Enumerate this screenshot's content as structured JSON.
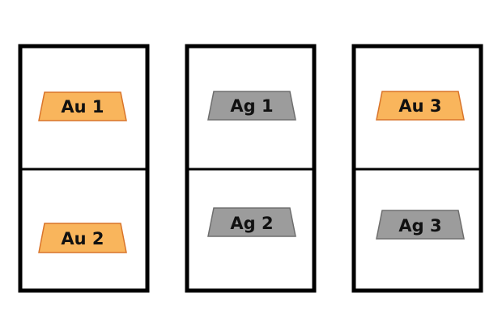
{
  "colors": {
    "gold_fill": "#f9b55c",
    "gold_stroke": "#d9742a",
    "silver_fill": "#9c9c9c",
    "silver_stroke": "#6e6e6e",
    "frame": "#000000"
  },
  "boxes": [
    {
      "compartments": [
        {
          "label": "Au 1",
          "metal": "gold"
        },
        {
          "label": "Au 2",
          "metal": "gold"
        }
      ]
    },
    {
      "compartments": [
        {
          "label": "Ag 1",
          "metal": "silver"
        },
        {
          "label": "Ag 2",
          "metal": "silver"
        }
      ]
    },
    {
      "compartments": [
        {
          "label": "Au 3",
          "metal": "gold"
        },
        {
          "label": "Ag 3",
          "metal": "silver"
        }
      ]
    }
  ]
}
